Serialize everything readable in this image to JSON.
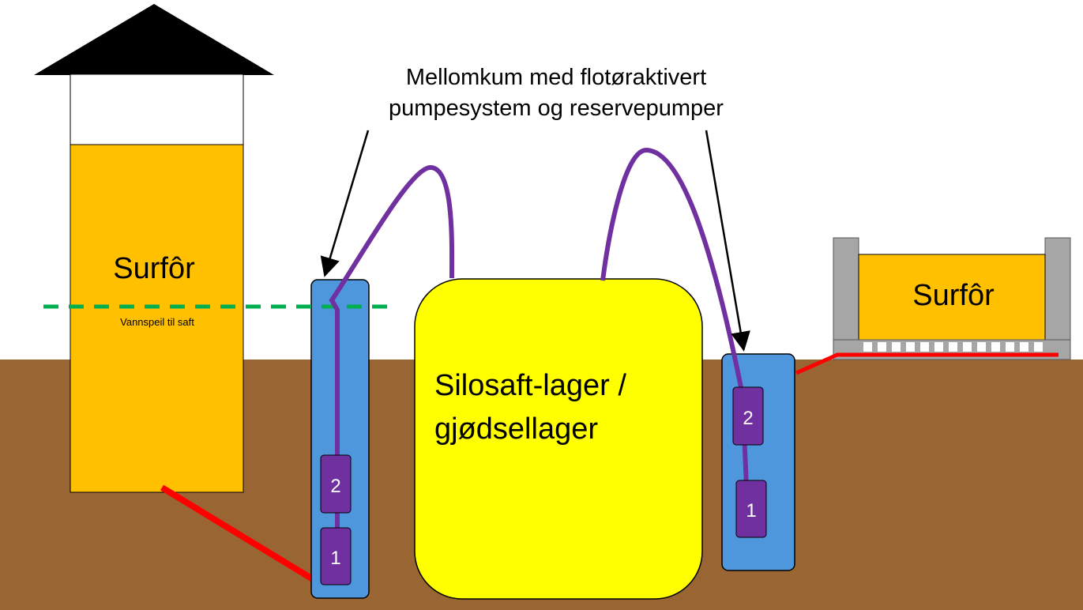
{
  "labels": {
    "tower_silo": "Surfôr",
    "bunker_silo": "Surfôr",
    "water_level": "Vannspeil til saft",
    "storage_line1": "Silosaft-lager /",
    "storage_line2": "gjødsellager",
    "callout_line1": "Mellomkum med flotøraktivert",
    "callout_line2": "pumpesystem og reservepumper"
  },
  "pumps": {
    "left_upper": "2",
    "left_lower": "1",
    "right_upper": "2",
    "right_lower": "1"
  },
  "colors": {
    "ground": "#996633",
    "silage": "#ffc000",
    "storage": "#ffff00",
    "well": "#4f97dd",
    "pump": "#7030a0",
    "pipe": "#7030a0",
    "drain": "#ff0000",
    "water_level_line": "#00b050",
    "roof": "#000000",
    "wall": "#a6a6a6"
  }
}
